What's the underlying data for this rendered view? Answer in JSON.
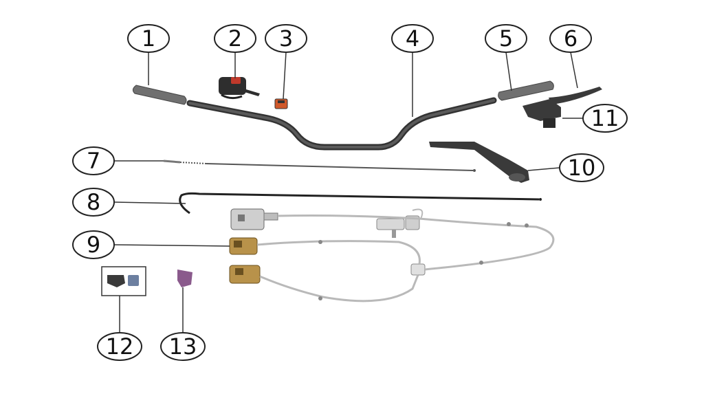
{
  "diagram": {
    "callouts": [
      "1",
      "2",
      "3",
      "4",
      "5",
      "6",
      "7",
      "8",
      "9",
      "10",
      "11",
      "12",
      "13"
    ]
  },
  "colors": {
    "grip": "#6f6f6f",
    "bar": "#3a3a3a",
    "cable": "#5a5a5a",
    "hose": "#b9b9b9",
    "caliper": "#b8924a",
    "switch_red": "#c0392b",
    "plug_orange": "#d0582a",
    "pad": "#6c7fa0",
    "pad_purple": "#8a5a8c"
  }
}
